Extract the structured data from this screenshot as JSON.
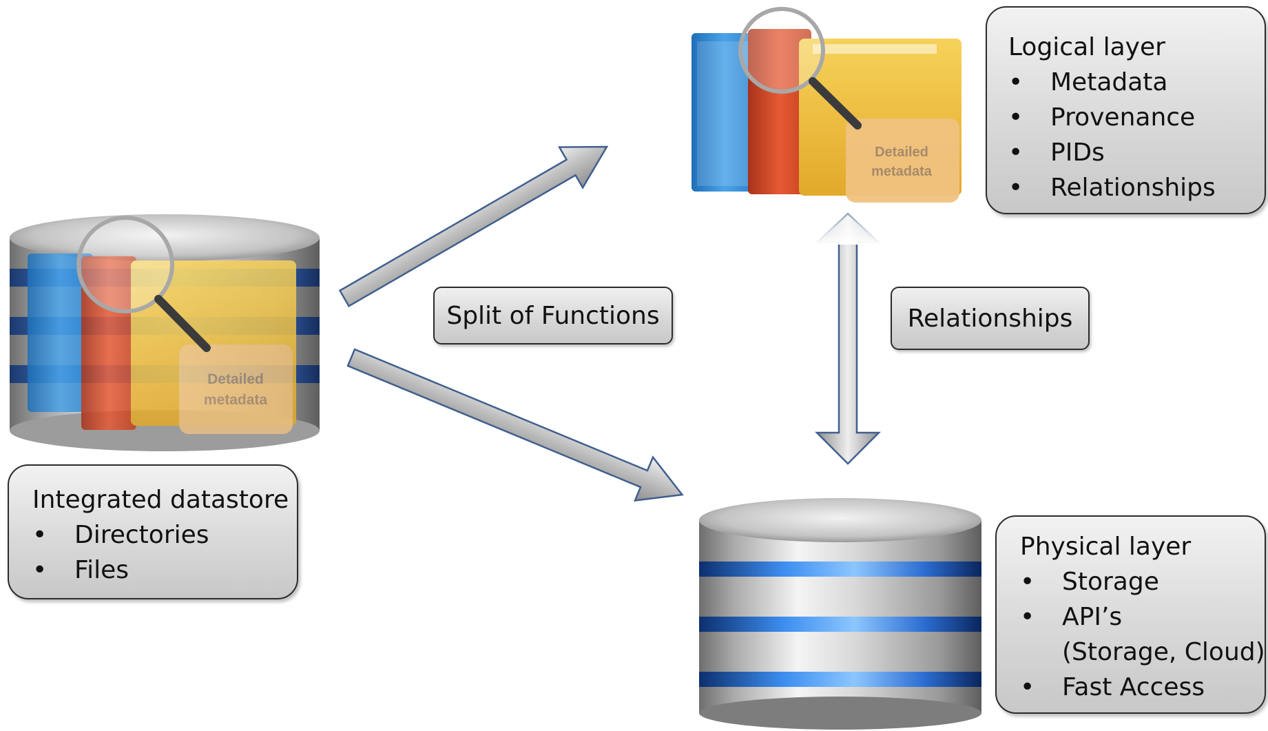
{
  "integrated": {
    "title": "Integrated datastore",
    "items": [
      "Directories",
      "Files"
    ],
    "image_labels": [
      "Detailed",
      "metadata"
    ]
  },
  "logical": {
    "title": "Logical layer",
    "items": [
      "Metadata",
      "Provenance",
      "PIDs",
      "Relationships"
    ],
    "image_labels": [
      "Detailed",
      "metadata"
    ]
  },
  "physical": {
    "title": "Physical layer",
    "items": [
      {
        "text": "Storage"
      },
      {
        "text": "API’s",
        "continuation": "(Storage, Cloud)"
      },
      {
        "text": "Fast Access"
      }
    ]
  },
  "labels": {
    "split": "Split of Functions",
    "relationships": "Relationships"
  },
  "colors": {
    "folder_blue": "#3a8fd6",
    "folder_red": "#d9492a",
    "folder_yellow": "#f2c23c",
    "ring_blue": "#2e7fd8",
    "box_fill": "#d9d9d9"
  },
  "icons": [
    "database-icon",
    "folders-icon",
    "magnifier-icon",
    "arrow-icon"
  ]
}
